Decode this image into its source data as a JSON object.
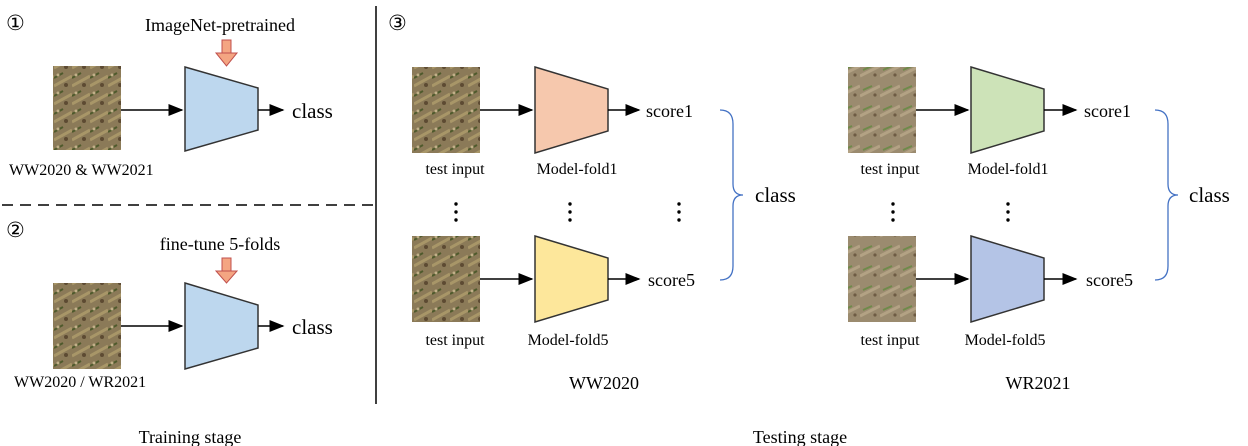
{
  "training": {
    "stage_label": "Training stage",
    "step1": {
      "number": "①",
      "annotation": "ImageNet-pretrained",
      "input_label": "WW2020 & WW2021",
      "output": "class"
    },
    "step2": {
      "number": "②",
      "annotation": "fine-tune 5-folds",
      "input_label": "WW2020 / WR2021",
      "output": "class"
    }
  },
  "testing": {
    "stage_label": "Testing stage",
    "number": "③",
    "ww2020": {
      "title": "WW2020",
      "rows": [
        {
          "input_label": "test input",
          "model_label": "Model-fold1",
          "score": "score1",
          "color": "#f6c8ad"
        },
        {
          "input_label": "test input",
          "model_label": "Model-fold5",
          "score": "score5",
          "color": "#fde79b"
        }
      ],
      "output": "class"
    },
    "wr2021": {
      "title": "WR2021",
      "rows": [
        {
          "input_label": "test input",
          "model_label": "Model-fold1",
          "score": "score1",
          "color": "#cde3b8"
        },
        {
          "input_label": "test input",
          "model_label": "Model-fold5",
          "score": "score5",
          "color": "#b4c4e6"
        }
      ],
      "output": "class"
    }
  },
  "colors": {
    "model_train": "#bdd7ee",
    "arrow_orange": "#f4a582",
    "brace": "#4472c4",
    "soil_ww": "#8a7a5a",
    "soil_wr": "#9a8a6e"
  },
  "icons": [
    "down-arrow-icon",
    "vertical-ellipsis-icon",
    "right-brace-icon"
  ]
}
